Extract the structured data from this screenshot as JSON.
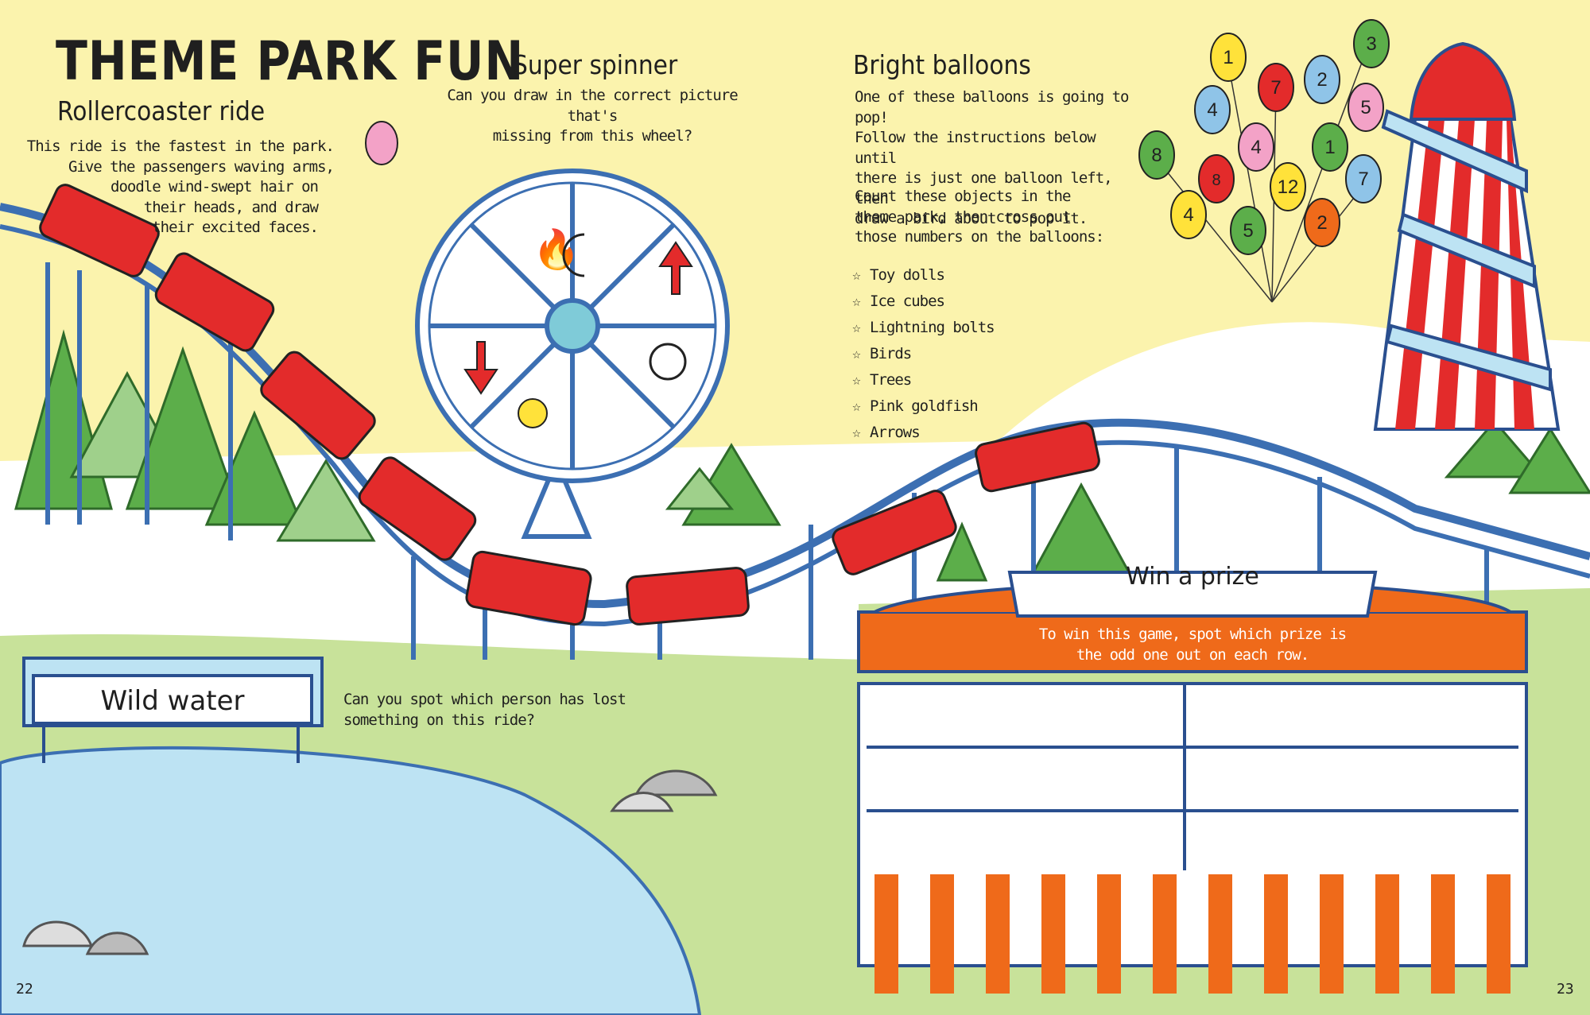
{
  "title": "THEME PARK FUN",
  "rollercoaster": {
    "heading": "Rollercoaster ride",
    "lines": [
      "This ride is the fastest in the park.",
      "Give the passengers waving arms,",
      "doodle wind-swept hair on",
      "their heads, and draw",
      "their excited faces."
    ]
  },
  "spinner": {
    "heading": "Super spinner",
    "lines": [
      "Can you draw in the correct picture that's",
      "missing from this wheel?"
    ]
  },
  "balloons": {
    "heading": "Bright balloons",
    "intro": [
      "One of these balloons is going to pop!",
      "Follow the instructions below until",
      "there is just one balloon left, then",
      "draw a bird about to pop it."
    ],
    "count_intro": [
      "Count these objects in the",
      "theme park, then cross out",
      "those numbers on the balloons:"
    ],
    "items": [
      "Toy dolls",
      "Ice cubes",
      "Lightning bolts",
      "Birds",
      "Trees",
      "Pink goldfish",
      "Arrows"
    ],
    "numbers": [
      "1",
      "3",
      "7",
      "2",
      "4",
      "5",
      "8",
      "4",
      "8",
      "12",
      "1",
      "7",
      "4",
      "5",
      "2"
    ]
  },
  "wild_water": {
    "sign": "Wild water",
    "lines": [
      "Can you spot which person has lost",
      "something on this ride?"
    ]
  },
  "prize": {
    "banner": "Win a prize",
    "lines": [
      "To win this game, spot which prize is",
      "the odd one out on each row."
    ]
  },
  "page_left": "22",
  "page_right": "23",
  "colors": {
    "sky": "#fbf3ad",
    "grass": "#cfe3a0",
    "water": "#bfe4f4",
    "red": "#e32b2b",
    "tree": "#5cae4a",
    "stall_orange": "#ef6a1a"
  }
}
